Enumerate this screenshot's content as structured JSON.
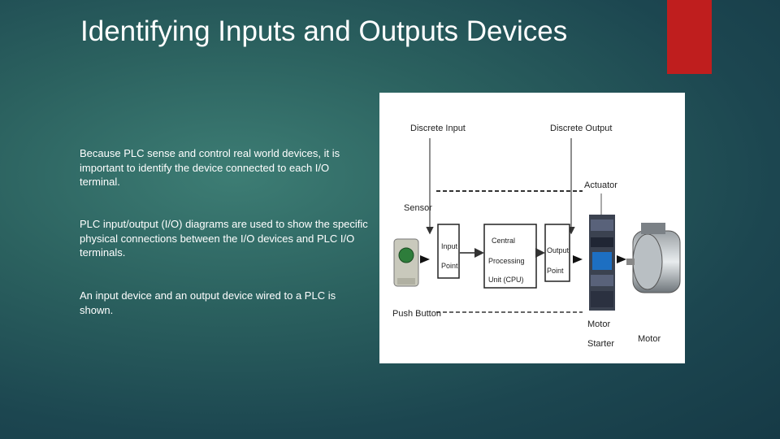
{
  "slide": {
    "title": "Identifying Inputs and Outputs Devices",
    "paragraphs": [
      "Because PLC sense and control real world devices, it is important to identify the device connected to each I/O terminal.",
      "PLC input/output (I/O) diagrams are used to show the specific physical connections between the I/O devices and PLC I/O terminals.",
      "An input device and an output device wired to a PLC is shown."
    ],
    "accent_color": "#bf1e1e"
  },
  "diagram": {
    "discrete_input": "Discrete Input",
    "discrete_output": "Discrete Output",
    "sensor": "Sensor",
    "actuator": "Actuator",
    "input_point": [
      "Input",
      "Point"
    ],
    "cpu": [
      "Central",
      "Processing",
      "Unit (CPU)"
    ],
    "output_point": [
      "Output",
      "Point"
    ],
    "push_button": "Push Button",
    "motor_starter": [
      "Motor",
      "Starter"
    ],
    "motor": "Motor"
  }
}
